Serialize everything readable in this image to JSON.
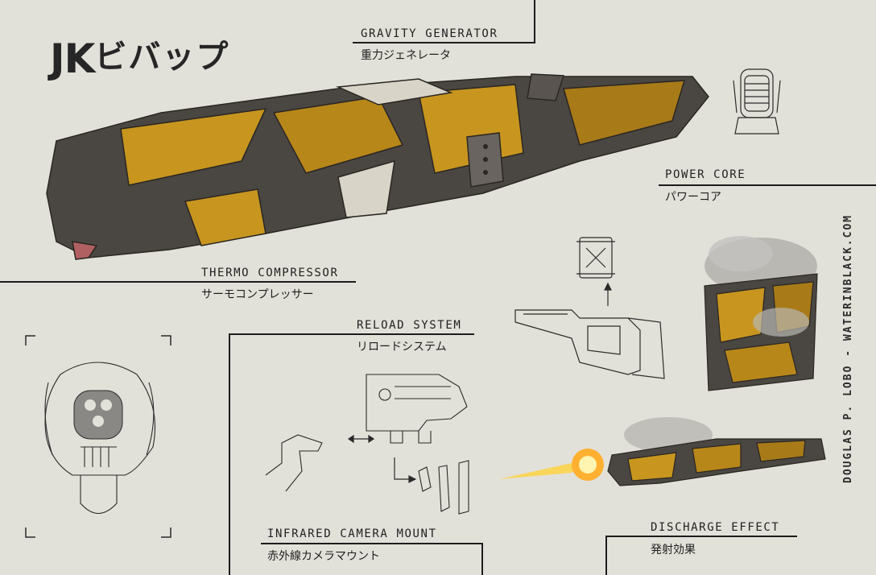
{
  "logo": {
    "latin": "JK",
    "kana": "ビバップ"
  },
  "labels": {
    "gravity_generator": {
      "en": "GRAVITY GENERATOR",
      "jp": "重力ジェネレータ"
    },
    "power_core": {
      "en": "POWER CORE",
      "jp": "パワーコア"
    },
    "thermo_compressor": {
      "en": "THERMO COMPRESSOR",
      "jp": "サーモコンプレッサー"
    },
    "reload_system": {
      "en": "RELOAD SYSTEM",
      "jp": "リロードシステム"
    },
    "infrared_camera_mount": {
      "en": "INFRARED CAMERA MOUNT",
      "jp": "赤外線カメラマウント"
    },
    "discharge_effect": {
      "en": "DISCHARGE EFFECT",
      "jp": "発射効果"
    }
  },
  "credit": "DOUGLAS P. LOBO - WATERINBLACK.COM",
  "colors": {
    "background": "#e2e1d9",
    "rust": "#c8961f",
    "metal": "#4a4642",
    "bone": "#d8d4c8",
    "muzzle": "#ffd23a"
  },
  "icons": [
    "arrow-double-icon",
    "arrow-up-icon",
    "arrow-down-right-icon"
  ]
}
